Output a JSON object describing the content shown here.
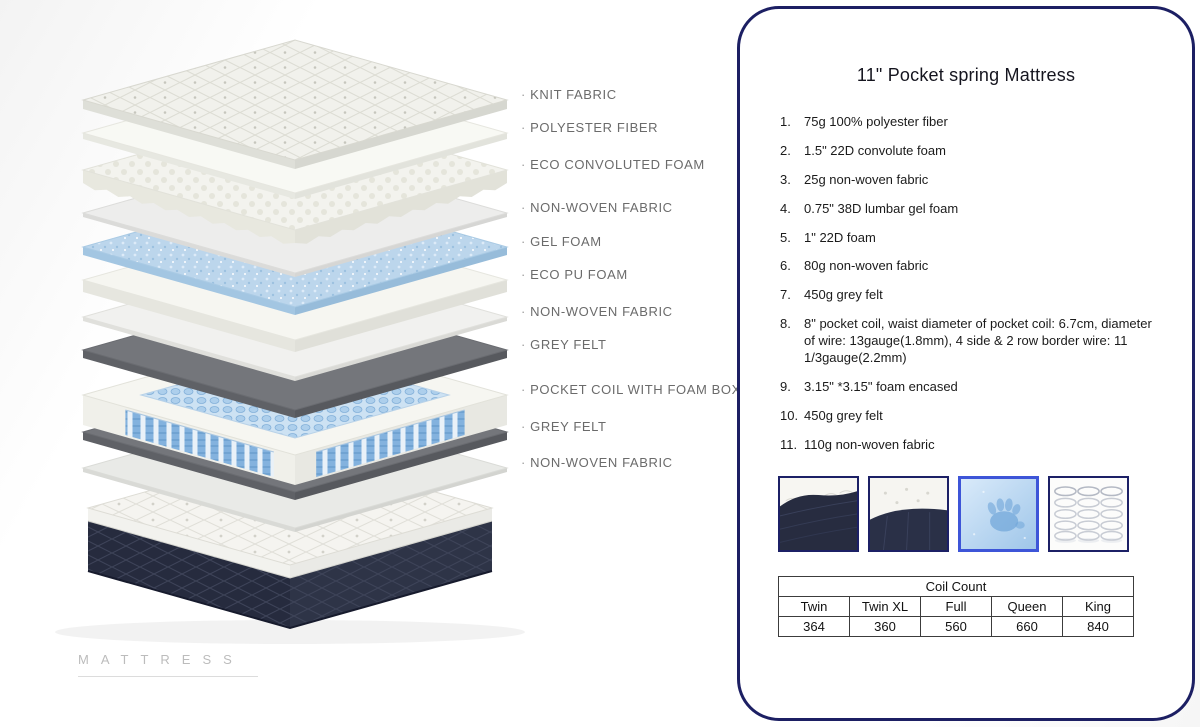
{
  "colors": {
    "panel_border": "#1c1f63",
    "navy_base": "#262b3e",
    "gel_blue": "#bcd6ec",
    "coil_blue": "#83b2de"
  },
  "diagram": {
    "watermark": "MATTRESS",
    "labels": [
      "KNIT FABRIC",
      "POLYESTER FIBER",
      "ECO CONVOLUTED FOAM",
      "NON-WOVEN FABRIC",
      "GEL FOAM",
      "ECO PU FOAM",
      "NON-WOVEN FABRIC",
      "GREY FELT",
      "POCKET COIL WITH FOAM BOX",
      "GREY FELT",
      "NON-WOVEN FABRIC"
    ]
  },
  "panel": {
    "title": "11\" Pocket spring Mattress",
    "specs": [
      {
        "num": "1.",
        "text": "75g 100% polyester fiber"
      },
      {
        "num": "2.",
        "text": "1.5\" 22D convolute foam"
      },
      {
        "num": "3.",
        "text": "25g non-woven fabric"
      },
      {
        "num": "4.",
        "text": "0.75\" 38D lumbar gel foam"
      },
      {
        "num": "5.",
        "text": "1\" 22D foam"
      },
      {
        "num": "6.",
        "text": "80g non-woven fabric"
      },
      {
        "num": "7.",
        "text": "450g grey felt"
      },
      {
        "num": "8.",
        "text": "8\" pocket coil, waist diameter of pocket coil: 6.7cm, diameter of wire: 13gauge(1.8mm), 4 side & 2 row border wire: 11 1/3gauge(2.2mm)"
      },
      {
        "num": "9.",
        "text": "3.15\" *3.15\" foam encased"
      },
      {
        "num": "10.",
        "text": "450g grey felt"
      },
      {
        "num": "11.",
        "text": "110g non-woven fabric"
      }
    ],
    "thumbnails": [
      "mattress-corner-photo",
      "mattress-edge-photo",
      "gel-foam-hand-photo",
      "pocket-coil-springs-photo"
    ],
    "table": {
      "title": "Coil Count",
      "columns": [
        "Twin",
        "Twin XL",
        "Full",
        "Queen",
        "King"
      ],
      "values": [
        "364",
        "360",
        "560",
        "660",
        "840"
      ]
    }
  }
}
